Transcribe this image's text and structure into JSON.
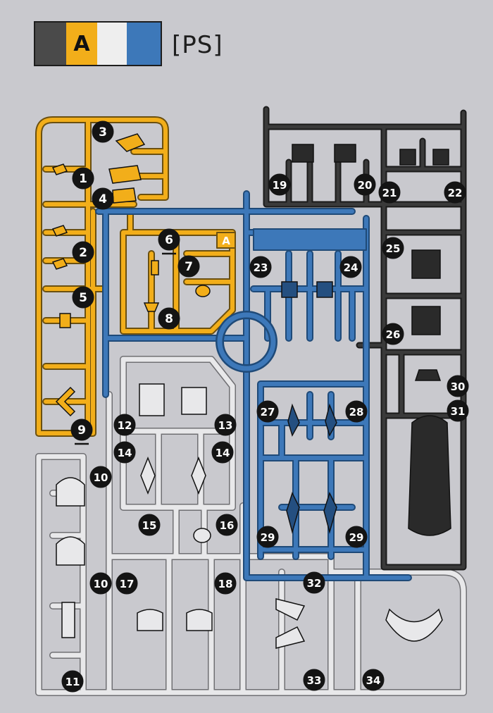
{
  "header": {
    "runner_letter": "A",
    "material": "[PS]",
    "colors": {
      "gray": "#4a4a4a",
      "yellow": "#f2ae1a",
      "white": "#eeeeee",
      "blue": "#3d78b9"
    }
  },
  "runner_tag": "A",
  "runner_colors": {
    "yellow": "#f2ae1a",
    "blue": "#3d78b9",
    "black": "#2a2a2a",
    "gray": "#e8e8ea"
  },
  "parts": [
    {
      "n": "1",
      "color": "yellow"
    },
    {
      "n": "2",
      "color": "yellow"
    },
    {
      "n": "3",
      "color": "yellow"
    },
    {
      "n": "4",
      "color": "yellow"
    },
    {
      "n": "5",
      "color": "yellow"
    },
    {
      "n": "6",
      "color": "yellow"
    },
    {
      "n": "7",
      "color": "yellow"
    },
    {
      "n": "8",
      "color": "yellow"
    },
    {
      "n": "9",
      "color": "yellow"
    },
    {
      "n": "10",
      "color": "gray"
    },
    {
      "n": "10",
      "color": "gray"
    },
    {
      "n": "11",
      "color": "gray"
    },
    {
      "n": "12",
      "color": "gray"
    },
    {
      "n": "13",
      "color": "gray"
    },
    {
      "n": "14",
      "color": "gray"
    },
    {
      "n": "14",
      "color": "gray"
    },
    {
      "n": "15",
      "color": "gray"
    },
    {
      "n": "16",
      "color": "gray"
    },
    {
      "n": "17",
      "color": "gray"
    },
    {
      "n": "18",
      "color": "gray"
    },
    {
      "n": "19",
      "color": "black"
    },
    {
      "n": "20",
      "color": "black"
    },
    {
      "n": "21",
      "color": "black"
    },
    {
      "n": "22",
      "color": "black"
    },
    {
      "n": "23",
      "color": "blue"
    },
    {
      "n": "24",
      "color": "blue"
    },
    {
      "n": "25",
      "color": "black"
    },
    {
      "n": "26",
      "color": "black"
    },
    {
      "n": "27",
      "color": "blue"
    },
    {
      "n": "28",
      "color": "blue"
    },
    {
      "n": "29",
      "color": "blue"
    },
    {
      "n": "29",
      "color": "blue"
    },
    {
      "n": "30",
      "color": "black"
    },
    {
      "n": "31",
      "color": "black"
    },
    {
      "n": "32",
      "color": "gray"
    },
    {
      "n": "33",
      "color": "gray"
    },
    {
      "n": "34",
      "color": "gray"
    }
  ]
}
